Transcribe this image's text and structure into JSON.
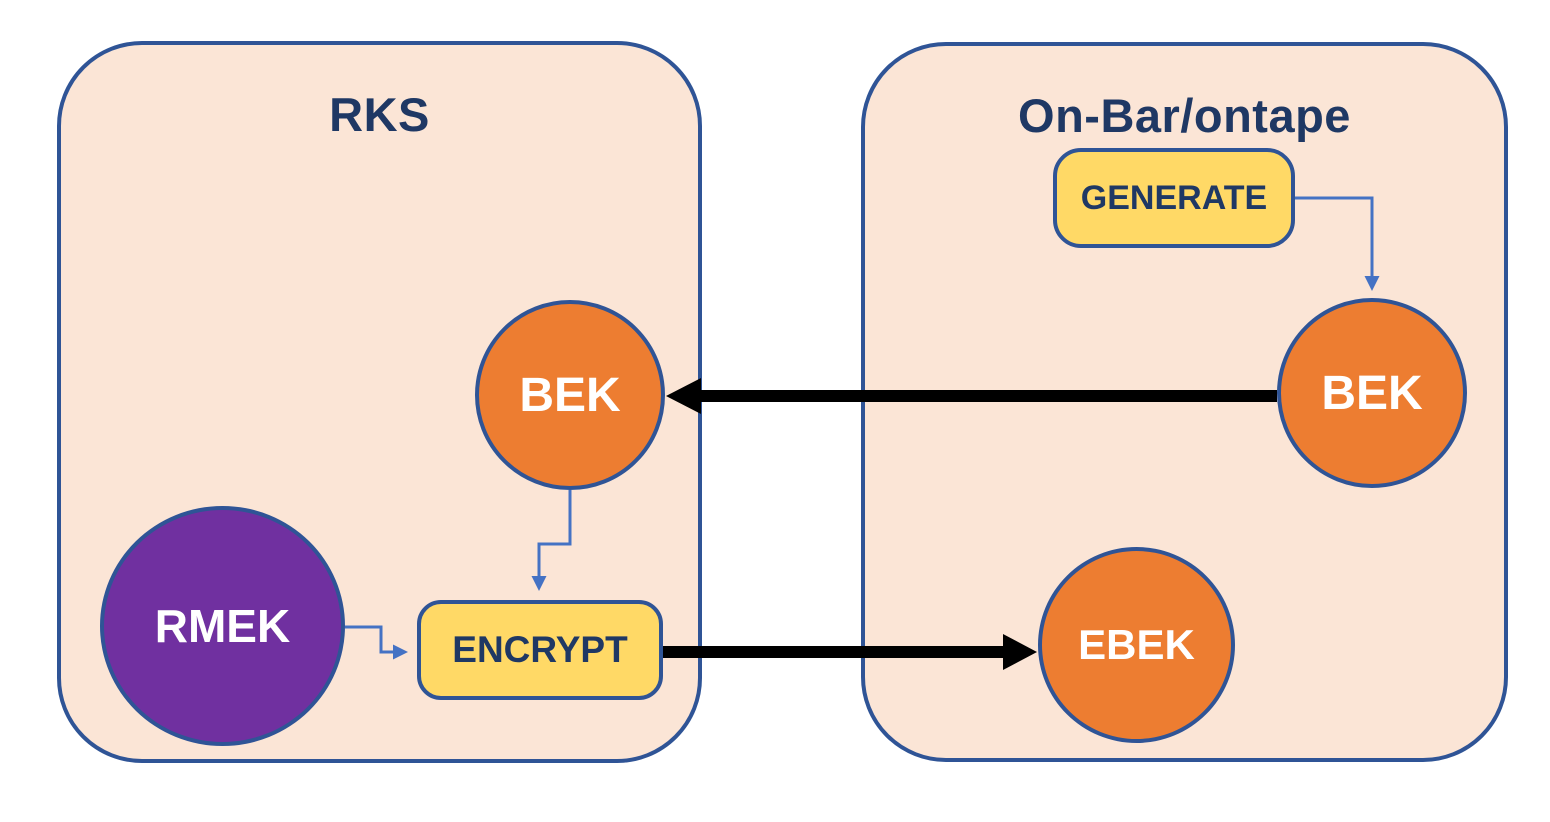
{
  "diagram": {
    "left_panel": {
      "title": "RKS",
      "nodes": {
        "bek": "BEK",
        "rmek": "RMEK",
        "encrypt": "ENCRYPT"
      }
    },
    "right_panel": {
      "title": "On-Bar/ontape",
      "nodes": {
        "generate": "GENERATE",
        "bek": "BEK",
        "ebek": "EBEK"
      }
    },
    "connections": [
      {
        "from": "generate",
        "to": "bek-right",
        "style": "thin-blue"
      },
      {
        "from": "bek-right",
        "to": "bek-left",
        "style": "thick-black"
      },
      {
        "from": "bek-left",
        "to": "encrypt",
        "style": "thin-blue"
      },
      {
        "from": "rmek",
        "to": "encrypt",
        "style": "thin-blue"
      },
      {
        "from": "encrypt",
        "to": "ebek",
        "style": "thick-black"
      }
    ],
    "colors": {
      "panel_fill": "#FBE5D6",
      "panel_border": "#2F5496",
      "node_orange": "#ED7D31",
      "node_purple": "#7030A0",
      "node_yellow": "#FFD966",
      "title_text": "#1F3864",
      "node_text_light": "#FFFFFF",
      "connector_blue": "#4472C4",
      "arrow_black": "#000000"
    }
  }
}
